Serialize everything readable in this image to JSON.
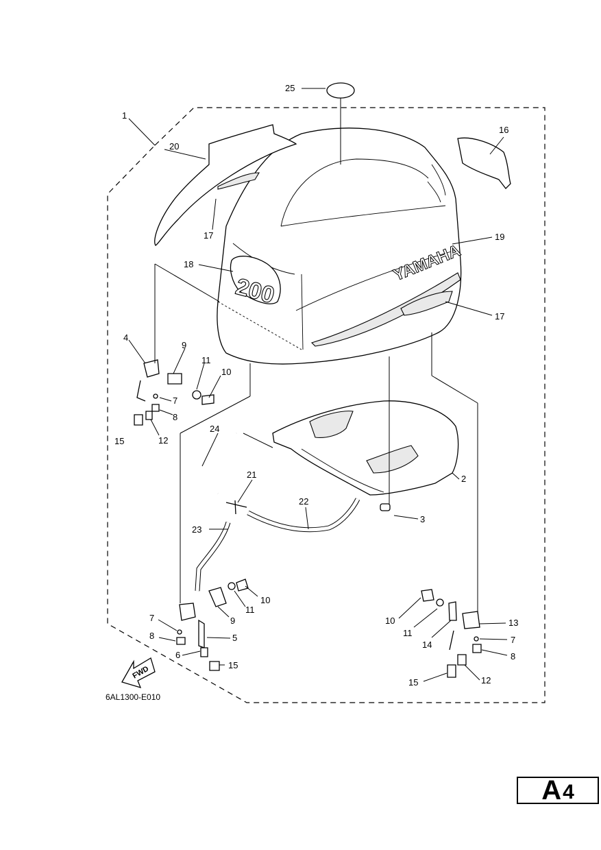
{
  "diagram": {
    "code": "6AL1300-E010",
    "page_tag": {
      "letter": "A",
      "number": "4"
    },
    "fwd_label": "FWD",
    "brand_decal": "YAMAHA",
    "model_decal": "200",
    "callouts": [
      "1",
      "2",
      "3",
      "4",
      "5",
      "6",
      "7",
      "8",
      "9",
      "10",
      "11",
      "12",
      "13",
      "14",
      "15",
      "16",
      "17",
      "18",
      "19",
      "20",
      "21",
      "22",
      "23",
      "24",
      "25"
    ],
    "callouts_repeat": {
      "c17b": "17",
      "c7b": "7",
      "c7c": "7",
      "c8b": "8",
      "c8c": "8",
      "c9b": "9",
      "c10b": "10",
      "c10c": "10",
      "c11b": "11",
      "c11c": "11",
      "c12b": "12",
      "c15b": "15",
      "c15c": "15"
    }
  }
}
